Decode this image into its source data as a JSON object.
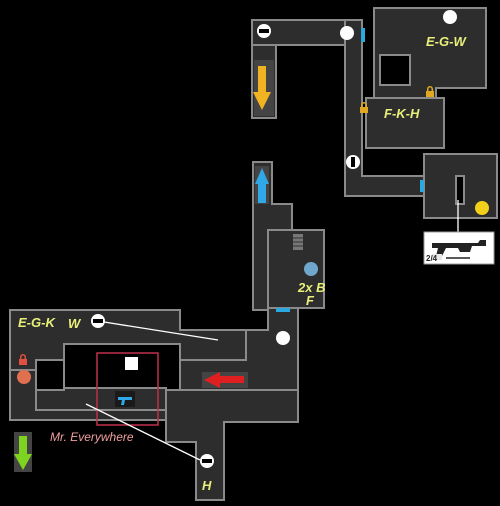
{
  "labels": {
    "room_ne": "E-G-W",
    "room_mid_east": "F-K-H",
    "room_center": "2x B",
    "room_center_sub": "F",
    "room_west": "E-G-K",
    "room_west_sub": "W",
    "room_south": "H",
    "npc": "Mr. Everywhere"
  },
  "weapon_card": {
    "ammo_text": "2/4"
  },
  "colors": {
    "background": "#000000",
    "room_fill": "#2d2d2d",
    "room_stroke": "#8a8a8a",
    "label_yellow": "#e8f07a",
    "label_pink": "#f0a0a0",
    "arrow_yellow": "#f2b322",
    "arrow_blue": "#30a8e8",
    "arrow_green": "#7ed321",
    "arrow_red": "#e02020",
    "door_blue": "#2aa8e0",
    "circle_yellow": "#f2d01a",
    "circle_blue": "#6fa8cc",
    "circle_orange": "#e07050",
    "lock_gold": "#e0a820",
    "highlight_red": "#c0304a"
  },
  "markers": [
    "save-point-icon",
    "lock-icon",
    "weapon-icon",
    "item-circle"
  ]
}
